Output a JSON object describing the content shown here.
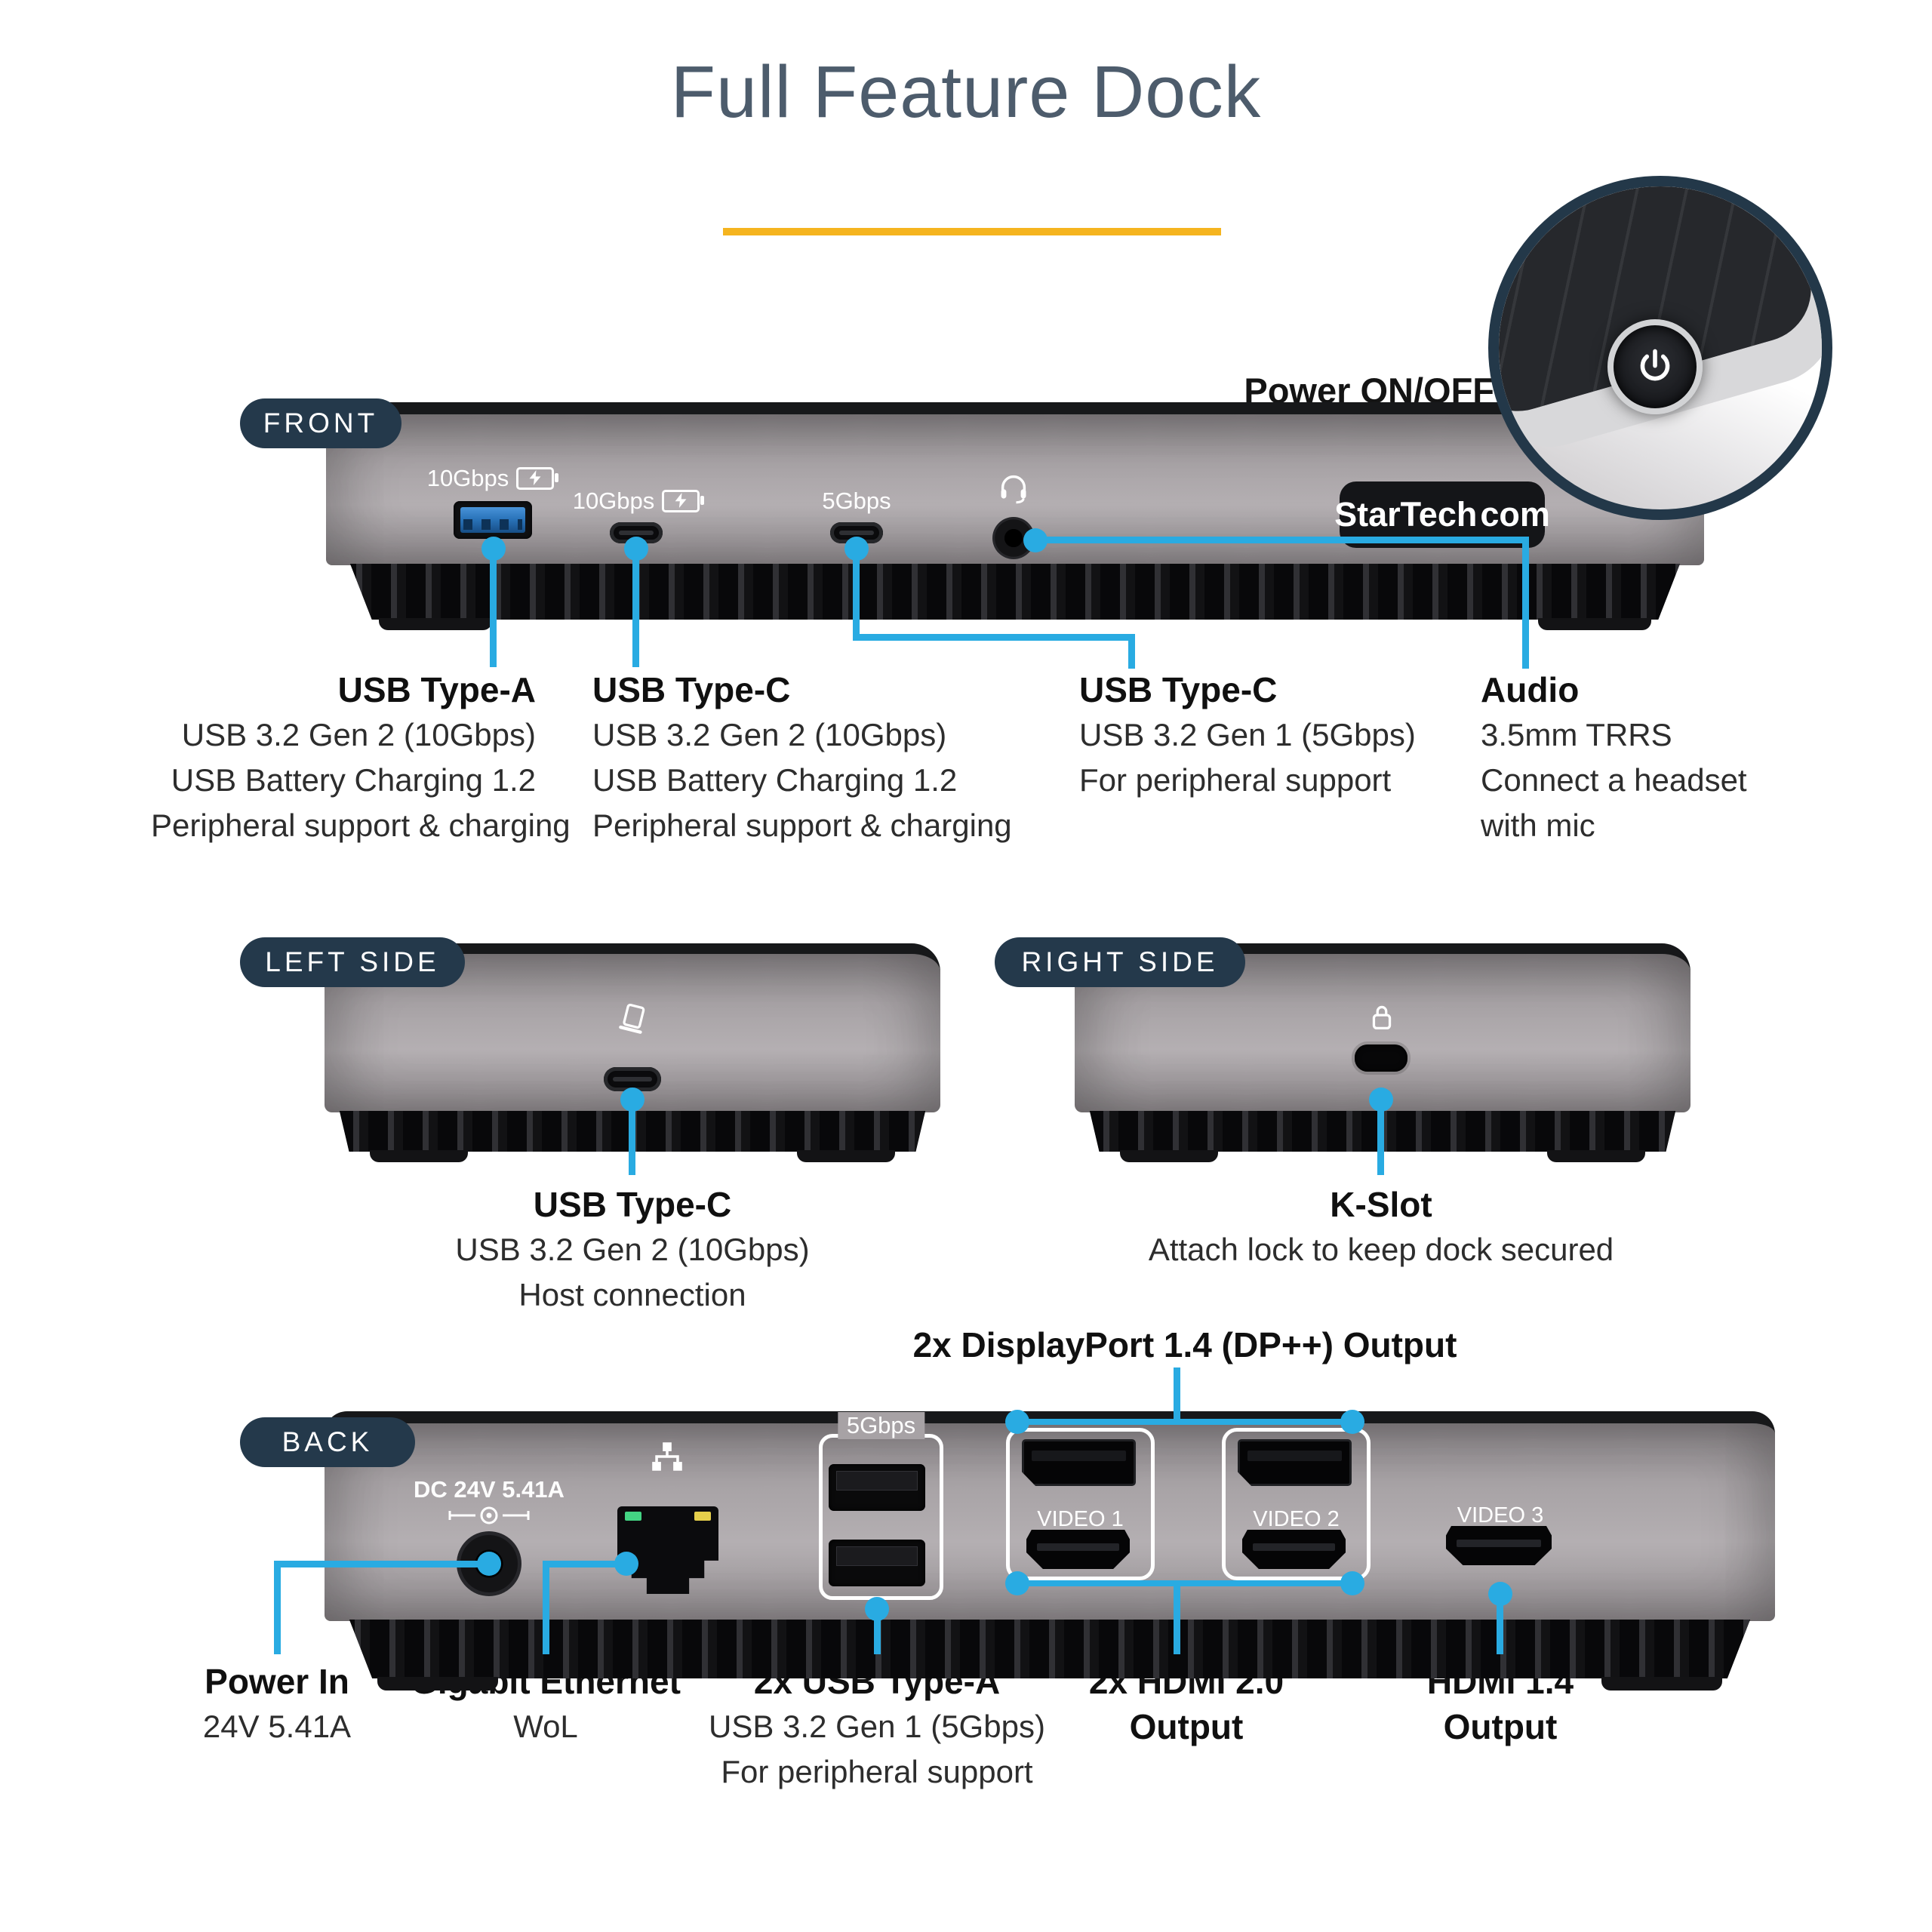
{
  "title": "Full Feature Dock",
  "brand": {
    "logo_main": "StarTech",
    "logo_suffix": "com"
  },
  "power_callout": {
    "label": "Power ON/OFF"
  },
  "front": {
    "tag": "FRONT",
    "port_markings": {
      "usb_a": "10Gbps",
      "usb_c1": "10Gbps",
      "usb_c2": "5Gbps"
    },
    "callouts": [
      {
        "heading": "USB Type-A",
        "lines": [
          "USB 3.2 Gen 2 (10Gbps)",
          "USB Battery Charging 1.2",
          "Peripheral support & charging"
        ]
      },
      {
        "heading": "USB Type-C",
        "lines": [
          "USB 3.2 Gen 2 (10Gbps)",
          "USB Battery Charging 1.2",
          "Peripheral support & charging"
        ]
      },
      {
        "heading": "USB Type-C",
        "lines": [
          "USB 3.2 Gen 1 (5Gbps)",
          "For peripheral support"
        ]
      },
      {
        "heading": "Audio",
        "lines": [
          "3.5mm TRRS",
          "Connect a headset",
          "with mic"
        ]
      }
    ]
  },
  "left_side": {
    "tag": "LEFT SIDE",
    "callout": {
      "heading": "USB Type-C",
      "lines": [
        "USB 3.2 Gen 2 (10Gbps)",
        "Host connection"
      ]
    }
  },
  "right_side": {
    "tag": "RIGHT SIDE",
    "callout": {
      "heading": "K-Slot",
      "lines": [
        "Attach lock to keep dock secured"
      ]
    }
  },
  "back": {
    "tag": "BACK",
    "dp_callout_heading": "2x DisplayPort 1.4 (DP++) Output",
    "markings": {
      "dc": "DC 24V 5.41A",
      "usb": "5Gbps",
      "video1": "VIDEO 1",
      "video2": "VIDEO 2",
      "video3": "VIDEO 3"
    },
    "callouts": [
      {
        "heading": "Power In",
        "lines": [
          "24V 5.41A"
        ]
      },
      {
        "heading": "Gigabit Ethernet",
        "lines": [
          "WoL"
        ]
      },
      {
        "heading": "2x USB Type-A",
        "lines": [
          "USB 3.2 Gen 1 (5Gbps)",
          "For peripheral support"
        ]
      },
      {
        "heading": "2x HDMI 2.0",
        "lines": [
          "Output"
        ]
      },
      {
        "heading": "HDMI 1.4",
        "lines": [
          "Output"
        ]
      }
    ]
  },
  "icons": [
    "power-icon",
    "battery-charging-icon",
    "headset-icon",
    "laptop-host-icon",
    "lock-icon",
    "ethernet-icon",
    "dc-polarity-icon"
  ],
  "colors": {
    "accent_blue": "#29ABE2",
    "navy_pill": "#24394B",
    "gold_underline": "#F5B41F",
    "title_slate": "#4D5C6C",
    "logo_dot_yellow": "#FFD400"
  }
}
